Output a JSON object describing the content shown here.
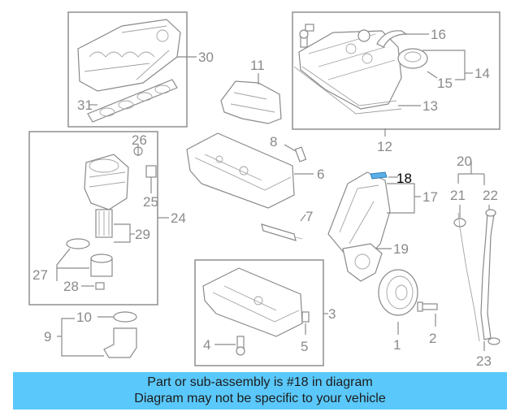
{
  "highlight_part": "18",
  "callouts": [
    "1",
    "2",
    "3",
    "4",
    "5",
    "6",
    "7",
    "8",
    "9",
    "10",
    "11",
    "12",
    "13",
    "14",
    "15",
    "16",
    "17",
    "18",
    "19",
    "20",
    "21",
    "22",
    "23",
    "24",
    "25",
    "26",
    "27",
    "28",
    "29",
    "30",
    "31"
  ],
  "banner": {
    "line1": "Part or sub-assembly is #18 in diagram",
    "line2": "Diagram may not be specific to your vehicle"
  },
  "colors": {
    "banner_bg": "#5ac8fa",
    "highlight": "#5ab0e6",
    "linework": "#8a8a8a"
  }
}
